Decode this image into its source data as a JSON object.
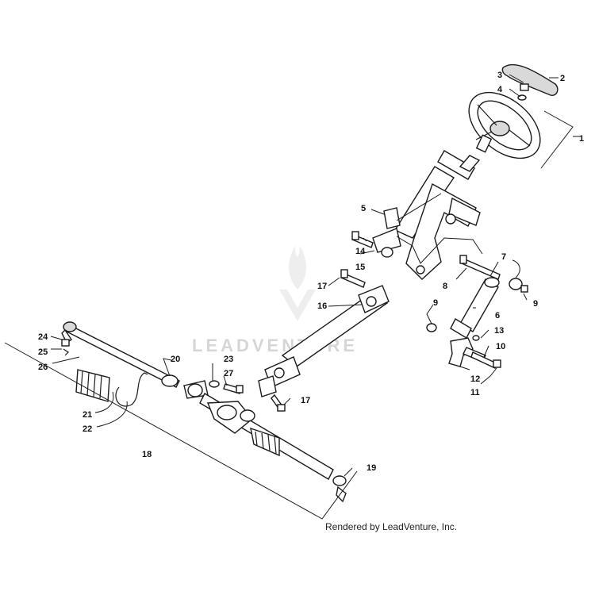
{
  "watermark": {
    "brand": "LEADVENTURE"
  },
  "credit": "Rendered by LeadVenture, Inc.",
  "callouts": [
    "1",
    "2",
    "3",
    "4",
    "5",
    "6",
    "7",
    "8",
    "9",
    "9",
    "10",
    "11",
    "12",
    "13",
    "14",
    "15",
    "16",
    "17",
    "17",
    "18",
    "19",
    "20",
    "21",
    "22",
    "23",
    "24",
    "25",
    "26",
    "27"
  ]
}
